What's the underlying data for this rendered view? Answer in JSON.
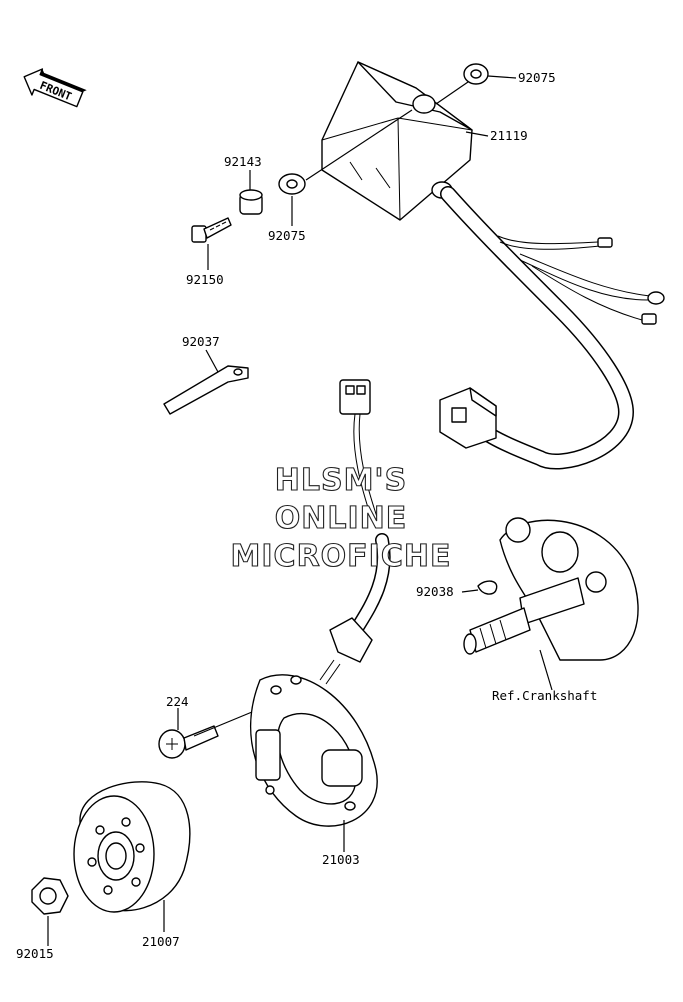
{
  "front_marker": "FRONT",
  "watermark": [
    "HLSM'S",
    "ONLINE",
    "MICROFICHE"
  ],
  "callouts": [
    {
      "id": "c-92075-top",
      "text": "92075"
    },
    {
      "id": "c-21119",
      "text": "21119"
    },
    {
      "id": "c-92143",
      "text": "92143"
    },
    {
      "id": "c-92075-mid",
      "text": "92075"
    },
    {
      "id": "c-92150",
      "text": "92150"
    },
    {
      "id": "c-92037",
      "text": "92037"
    },
    {
      "id": "c-92038",
      "text": "92038"
    },
    {
      "id": "c-ref-crankshaft",
      "text": "Ref.Crankshaft"
    },
    {
      "id": "c-224",
      "text": "224"
    },
    {
      "id": "c-21003",
      "text": "21003"
    },
    {
      "id": "c-21007",
      "text": "21007"
    },
    {
      "id": "c-92015",
      "text": "92015"
    }
  ]
}
